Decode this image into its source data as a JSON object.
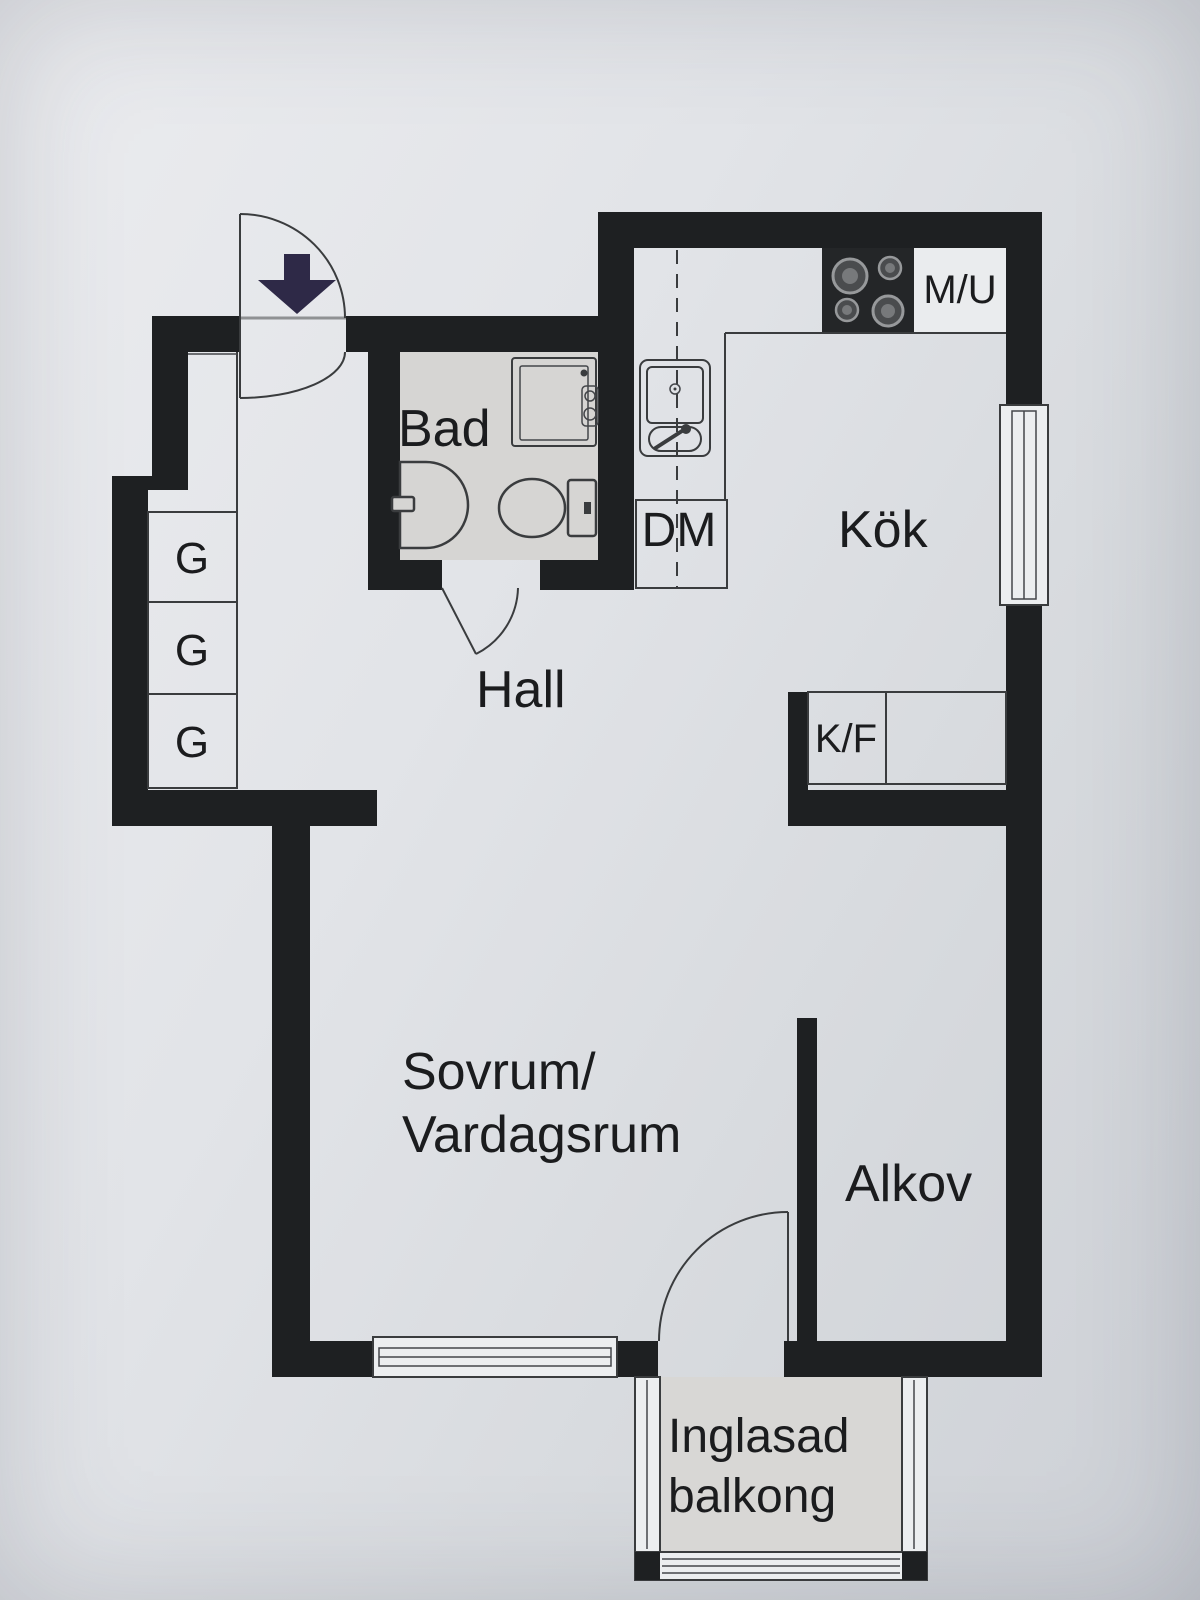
{
  "meta": {
    "type": "apartment-floor-plan",
    "language": "sv"
  },
  "colors": {
    "paper": "#e2e4e8",
    "wall": "#1e2022",
    "line": "#3a3c3e",
    "wet_room_floor": "#d6d5d3",
    "balcony_floor": "#d8d7d5",
    "entrance_arrow": "#2e2947",
    "text": "#1b1c1e",
    "glazing": "#eceef0"
  },
  "rooms": {
    "hall": {
      "label": "Hall"
    },
    "bad": {
      "label": "Bad"
    },
    "kok": {
      "label": "Kök"
    },
    "sovrum": {
      "label_line1": "Sovrum/",
      "label_line2": "Vardagsrum"
    },
    "alkov": {
      "label": "Alkov"
    },
    "balkong": {
      "label_line1": "Inglasad",
      "label_line2": "balkong"
    }
  },
  "appliances": {
    "dishwasher": {
      "label": "DM"
    },
    "micro_oven": {
      "label": "M/U"
    },
    "fridge_freezer": {
      "label": "K/F"
    },
    "wardrobes": [
      {
        "label": "G"
      },
      {
        "label": "G"
      },
      {
        "label": "G"
      }
    ]
  },
  "icons": {
    "entrance": "entrance-arrow-down",
    "stove": "stove-4-burner-icon",
    "kitchen_sink": "kitchen-sink-icon",
    "bathroom_sink": "washbasin-icon",
    "toilet": "toilet-icon",
    "shower": "shower-icon",
    "windows": [
      "bedroom-window",
      "kitchen-window",
      "balcony-glazing"
    ],
    "doors": [
      "entrance-door-swing",
      "bathroom-door-swing",
      "balcony-door-swing"
    ]
  }
}
